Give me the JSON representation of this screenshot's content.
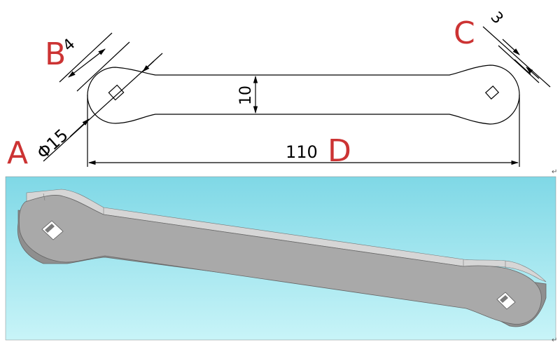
{
  "drawing": {
    "letters": {
      "a": "A",
      "b": "B",
      "c": "C",
      "d": "D"
    },
    "dimensions": {
      "small_hole_width": "4",
      "large_end_diameter": "Φ15",
      "right_hole_width": "3",
      "bar_height": "10",
      "overall_length": "110"
    },
    "paragraph_mark": "↵"
  },
  "colors": {
    "letter_red": "#cc3333",
    "line_black": "#000000",
    "render_bg_top": "#7fd8e6",
    "render_bg_bottom": "#c8f4f8",
    "part_face": "#a9a9a9",
    "part_top": "#d6d6d6"
  }
}
